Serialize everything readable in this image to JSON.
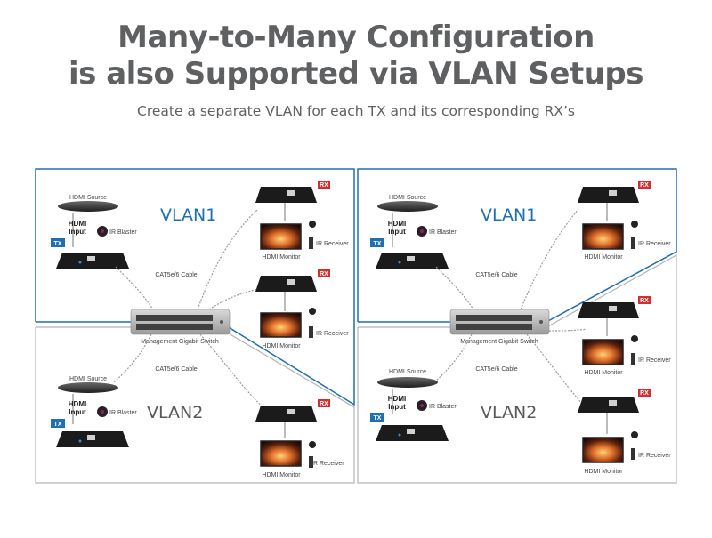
{
  "header": {
    "title_line1": "Many-to-Many Configuration",
    "title_line2": "is also Supported via VLAN Setups",
    "subtitle": "Create a separate VLAN for each TX and its corresponding RX’s"
  },
  "labels": {
    "hdmi_source": "HDMI Source",
    "hdmi_input_1": "HDMI",
    "hdmi_input_2": "Input",
    "ir_blaster": "IR Blaster",
    "ir_receiver": "IR Receiver",
    "hdmi_monitor": "HDMI Monitor",
    "cable": "CAT5e/6 Cable",
    "switch": "Management Gigabit Switch",
    "tx": "TX",
    "rx": "RX",
    "vlan1": "VLAN1",
    "vlan2": "VLAN2"
  },
  "colors": {
    "vlan_border": "#1f6fb5",
    "panel_border": "#b3b3b3",
    "tx_badge": "#1f6fb5",
    "rx_badge": "#d32f2f"
  }
}
